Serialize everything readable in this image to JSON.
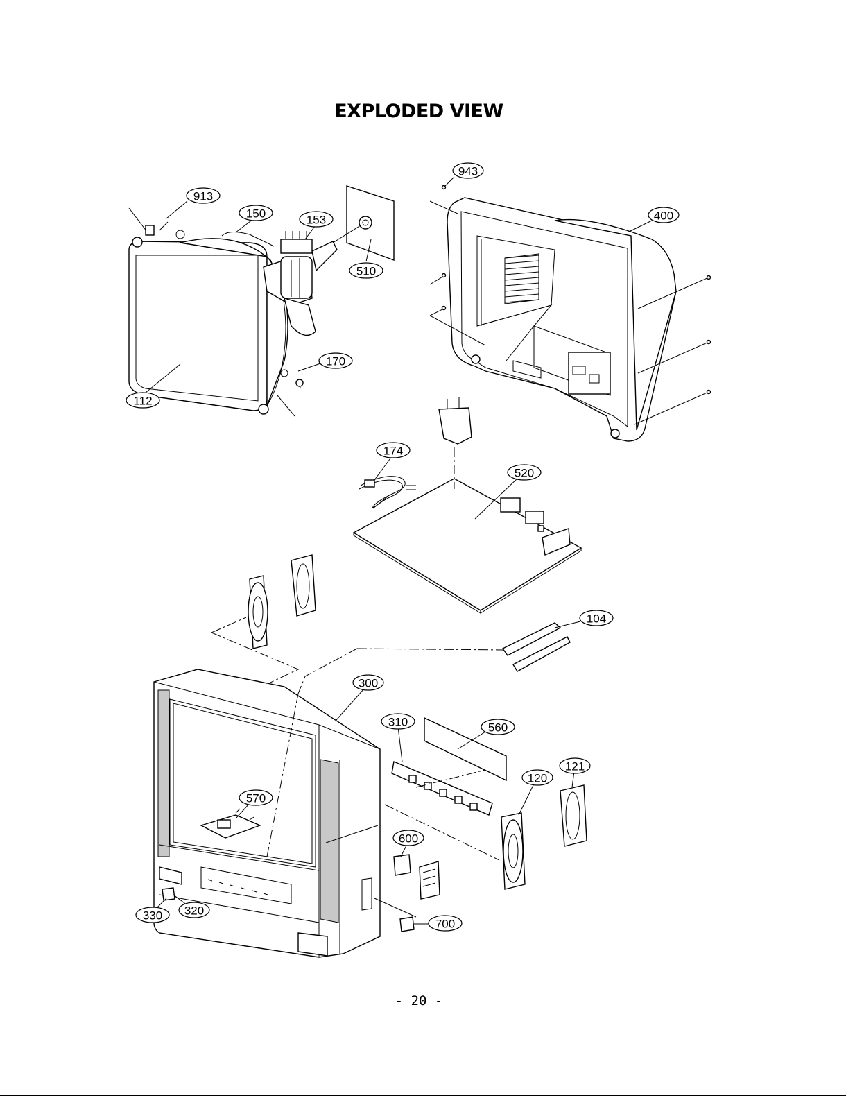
{
  "page": {
    "title": "EXPLODED VIEW",
    "page_number": "- 20 -"
  },
  "callouts": [
    {
      "id": "943",
      "label": "943"
    },
    {
      "id": "913",
      "label": "913"
    },
    {
      "id": "150",
      "label": "150"
    },
    {
      "id": "153",
      "label": "153"
    },
    {
      "id": "400",
      "label": "400"
    },
    {
      "id": "510",
      "label": "510"
    },
    {
      "id": "170",
      "label": "170"
    },
    {
      "id": "112",
      "label": "112"
    },
    {
      "id": "174",
      "label": "174"
    },
    {
      "id": "520",
      "label": "520"
    },
    {
      "id": "104",
      "label": "104"
    },
    {
      "id": "300",
      "label": "300"
    },
    {
      "id": "310",
      "label": "310"
    },
    {
      "id": "560",
      "label": "560"
    },
    {
      "id": "121",
      "label": "121"
    },
    {
      "id": "120",
      "label": "120"
    },
    {
      "id": "570",
      "label": "570"
    },
    {
      "id": "600",
      "label": "600"
    },
    {
      "id": "330",
      "label": "330"
    },
    {
      "id": "320",
      "label": "320"
    },
    {
      "id": "700",
      "label": "700"
    }
  ]
}
